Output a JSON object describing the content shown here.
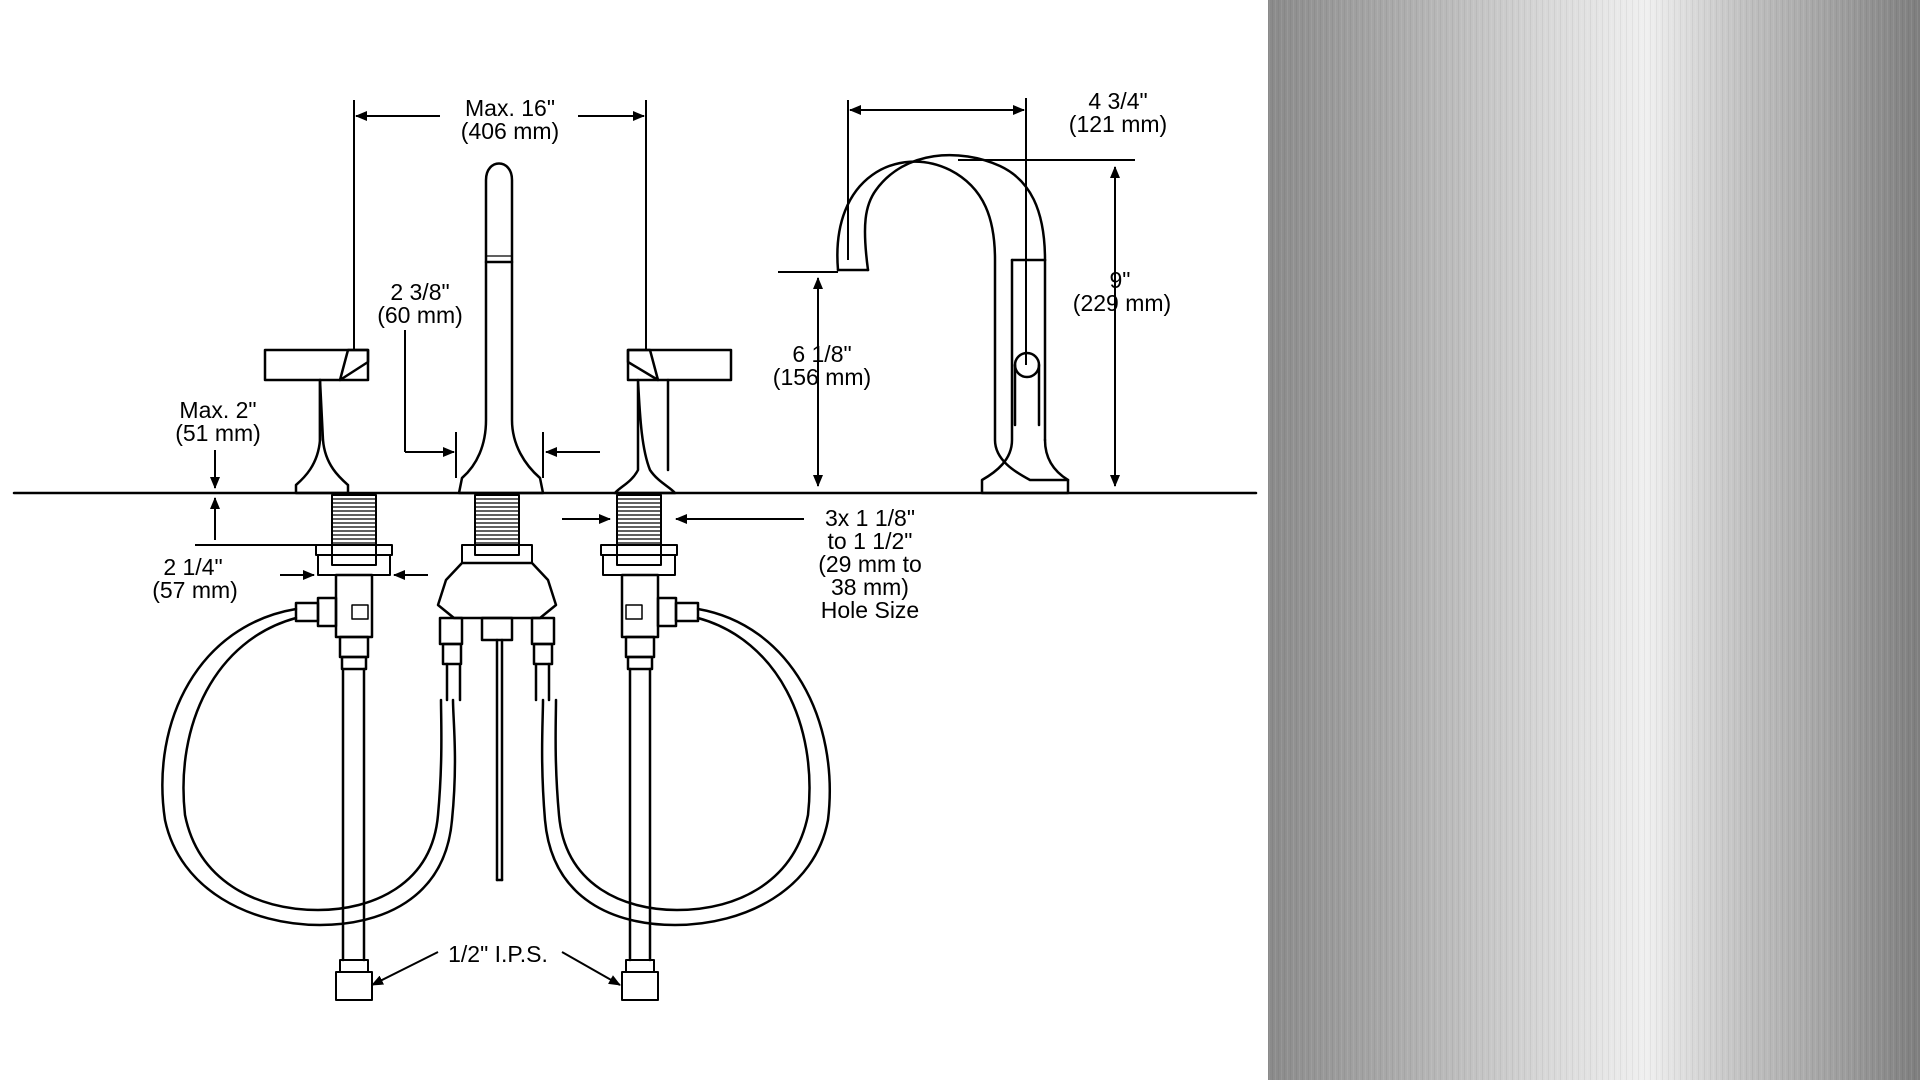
{
  "dimensions": {
    "max_spread": [
      "Max. 16\"",
      "(406 mm)"
    ],
    "spout_reach": [
      "4 3/4\"",
      "(121 mm)"
    ],
    "spout_base_width": [
      "2 3/8\"",
      "(60 mm)"
    ],
    "spout_height": [
      "9\"",
      "(229 mm)"
    ],
    "aerator_height": [
      "6 1/8\"",
      "(156 mm)"
    ],
    "max_deck_thickness": [
      "Max. 2\"",
      "(51 mm)"
    ],
    "handle_base": [
      "2 1/4\"",
      "(57 mm)"
    ],
    "hole_size": [
      "3x 1 1/8\"",
      "to 1 1/2\"",
      "(29 mm to",
      "38 mm)",
      "Hole Size"
    ],
    "supply_connection": "1/2\" I.P.S."
  },
  "swatch": {
    "finish": "brushed-stainless",
    "colors": [
      "#8a8a8a",
      "#b4b4b4",
      "#ececec",
      "#cfcfcf",
      "#9a9a9a",
      "#7e7e7e"
    ]
  }
}
